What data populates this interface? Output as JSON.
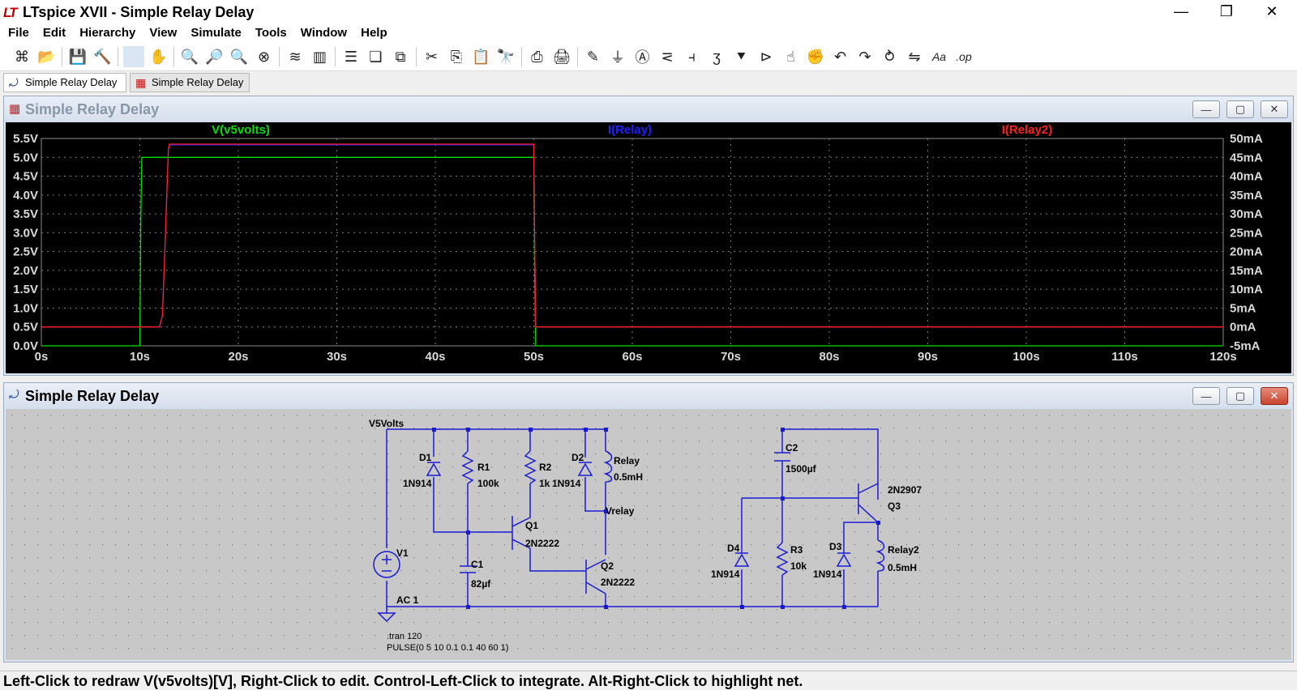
{
  "app": {
    "title": "LTspice XVII - Simple Relay Delay",
    "logo": "LT",
    "window_controls": [
      "—",
      "❐",
      "✕"
    ]
  },
  "menu": [
    "File",
    "Edit",
    "Hierarchy",
    "View",
    "Simulate",
    "Tools",
    "Window",
    "Help"
  ],
  "toolbar": [
    {
      "name": "new-schematic-icon",
      "glyph": "⌘"
    },
    {
      "name": "open-folder-icon",
      "glyph": "📂"
    },
    {
      "name": "save-icon",
      "glyph": "💾"
    },
    {
      "name": "control-panel-icon",
      "glyph": "🔨"
    },
    {
      "name": "run-icon",
      "glyph": " "
    },
    {
      "name": "pan-hand-icon",
      "glyph": "✋"
    },
    {
      "name": "zoom-in-icon",
      "glyph": "🔍"
    },
    {
      "name": "zoom-full-icon",
      "glyph": "🔎"
    },
    {
      "name": "zoom-out-icon",
      "glyph": "🔍"
    },
    {
      "name": "zoom-cancel-icon",
      "glyph": "⊗"
    },
    {
      "name": "autorange-icon",
      "glyph": "≋"
    },
    {
      "name": "mark-unused-icon",
      "glyph": "▥"
    },
    {
      "name": "tile-horizontal-icon",
      "glyph": "☰"
    },
    {
      "name": "cascade-icon",
      "glyph": "❏"
    },
    {
      "name": "tile-windows-icon",
      "glyph": "⧉"
    },
    {
      "name": "cut-icon",
      "glyph": "✂"
    },
    {
      "name": "copy-icon",
      "glyph": "⎘"
    },
    {
      "name": "paste-icon",
      "glyph": "📋"
    },
    {
      "name": "find-icon",
      "glyph": "🔭"
    },
    {
      "name": "print-setup-icon",
      "glyph": "⎙"
    },
    {
      "name": "print-icon",
      "glyph": "🖨"
    },
    {
      "name": "draw-wire-icon",
      "glyph": "✎"
    },
    {
      "name": "ground-icon",
      "glyph": "⏚"
    },
    {
      "name": "label-net-icon",
      "glyph": "Ⓐ"
    },
    {
      "name": "resistor-icon",
      "glyph": "⋜"
    },
    {
      "name": "capacitor-icon",
      "glyph": "⫞"
    },
    {
      "name": "inductor-icon",
      "glyph": "ʒ"
    },
    {
      "name": "diode-icon",
      "glyph": "⯆"
    },
    {
      "name": "component-icon",
      "glyph": "⊳"
    },
    {
      "name": "move-hand-icon",
      "glyph": "☝"
    },
    {
      "name": "drag-hand-icon",
      "glyph": "✊"
    },
    {
      "name": "undo-icon",
      "glyph": "↶"
    },
    {
      "name": "redo-icon",
      "glyph": "↷"
    },
    {
      "name": "rotate-icon",
      "glyph": "⥁"
    },
    {
      "name": "mirror-icon",
      "glyph": "⇋"
    },
    {
      "name": "text-icon",
      "glyph": "Aa"
    },
    {
      "name": "spice-directive-icon",
      "glyph": ".op"
    }
  ],
  "tabs": [
    {
      "label": "Simple Relay Delay",
      "icon": "schematic-icon",
      "glyph": "⤾"
    },
    {
      "label": "Simple Relay Delay",
      "icon": "waveform-icon",
      "glyph": "▦"
    }
  ],
  "plot_window": {
    "title": "Simple Relay Delay",
    "controls": [
      "—",
      "▢",
      "✕"
    ]
  },
  "schematic_window": {
    "title": "Simple Relay Delay",
    "controls": [
      "—",
      "▢",
      "✕"
    ]
  },
  "chart_data": {
    "type": "line",
    "traces": [
      {
        "name": "V(v5volts)",
        "color": "#00e000",
        "axis": "left"
      },
      {
        "name": "I(Relay)",
        "color": "#2020ff",
        "axis": "right"
      },
      {
        "name": "I(Relay2)",
        "color": "#ff2020",
        "axis": "right"
      }
    ],
    "x": {
      "ticks": [
        "0s",
        "10s",
        "20s",
        "30s",
        "40s",
        "50s",
        "60s",
        "70s",
        "80s",
        "90s",
        "100s",
        "110s",
        "120s"
      ],
      "min": 0,
      "max": 120
    },
    "y_left": {
      "ticks": [
        "5.5V",
        "5.0V",
        "4.5V",
        "4.0V",
        "3.5V",
        "3.0V",
        "2.5V",
        "2.0V",
        "1.5V",
        "1.0V",
        "0.5V",
        "0.0V"
      ],
      "min": 0,
      "max": 5.5
    },
    "y_right": {
      "ticks": [
        "50mA",
        "45mA",
        "40mA",
        "35mA",
        "30mA",
        "25mA",
        "20mA",
        "15mA",
        "10mA",
        "5mA",
        "0mA",
        "-5mA"
      ],
      "min": -5,
      "max": 50
    },
    "series": [
      {
        "name": "V(v5volts)",
        "axis": "left",
        "points": [
          [
            0,
            0
          ],
          [
            10.0,
            0
          ],
          [
            10.1,
            3.4
          ],
          [
            10.2,
            5.0
          ],
          [
            50.0,
            5.0
          ],
          [
            50.1,
            1.7
          ],
          [
            50.2,
            0
          ],
          [
            120,
            0
          ]
        ]
      },
      {
        "name": "I(Relay)",
        "axis": "right",
        "points": [
          [
            0,
            0
          ],
          [
            12.0,
            0
          ],
          [
            12.3,
            3
          ],
          [
            12.6,
            25
          ],
          [
            12.9,
            47
          ],
          [
            13.0,
            48.3
          ],
          [
            50.0,
            48.3
          ],
          [
            50.1,
            20
          ],
          [
            50.2,
            0
          ],
          [
            120,
            0
          ]
        ]
      },
      {
        "name": "I(Relay2)",
        "axis": "right",
        "points": [
          [
            0,
            0
          ],
          [
            12.0,
            0
          ],
          [
            12.3,
            3
          ],
          [
            12.6,
            25
          ],
          [
            12.9,
            47
          ],
          [
            13.0,
            48.5
          ],
          [
            50.0,
            48.5
          ],
          [
            50.1,
            20
          ],
          [
            50.2,
            0
          ],
          [
            120,
            0
          ]
        ]
      }
    ],
    "grid": true
  },
  "schematic": {
    "labels": {
      "v5volts": "V5Volts",
      "d1": "D1",
      "d1_model": "1N914",
      "r1": "R1",
      "r1_value": "100k",
      "r2": "R2",
      "r2_value": "1k",
      "d2": "D2",
      "d2_model": "1N914",
      "relay": "Relay",
      "relay_value": "0.5mH",
      "vrelay": "Vrelay",
      "q1": "Q1",
      "q1_model": "2N2222",
      "q2": "Q2",
      "q2_model": "2N2222",
      "c1": "C1",
      "c1_value": "82µf",
      "v1": "V1",
      "v1_value": "AC 1",
      "c2": "C2",
      "c2_value": "1500µf",
      "q3_model": "2N2907",
      "q3": "Q3",
      "d4": "D4",
      "d4_model": "1N914",
      "r3": "R3",
      "r3_value": "10k",
      "d3": "D3",
      "d3_model": "1N914",
      "relay2": "Relay2",
      "relay2_value": "0.5mH",
      "tran": ".tran 120",
      "pulse": "PULSE(0 5 10 0.1 0.1 40 60 1)"
    }
  },
  "status": "Left-Click to redraw V(v5volts)[V],  Right-Click to edit. Control-Left-Click to integrate. Alt-Right-Click to highlight net."
}
